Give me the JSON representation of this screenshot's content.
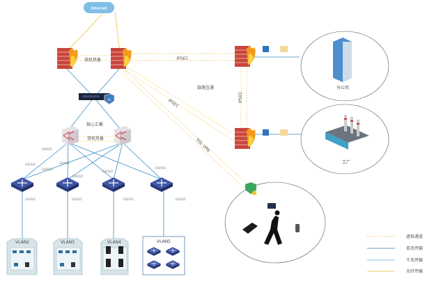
{
  "internet": {
    "label": "Internet"
  },
  "links": {
    "ha_top": "双机热备",
    "ha_core": "双机热备",
    "ipsec_h": "IPSEC",
    "ipsec_v": "IPSEC",
    "ipsec_diag": "IPSEC",
    "ssl_vpn": "SSL VPN",
    "interconnect": "链路互通",
    "core_label": "核心汇聚"
  },
  "ports": [
    "G0/0/1",
    "G0/0/2",
    "G0/0/2",
    "G0/0/3",
    "G0/0/2",
    "G0/0/2",
    "G0/0/2",
    "G0/0/1",
    "G0/0/1",
    "G0/0/1",
    "G0/0/1"
  ],
  "vlans": [
    "VLAN2",
    "VLAN3",
    "VLAN4",
    "VLAN5"
  ],
  "sites": {
    "branch": "分公司",
    "factory": "工厂"
  },
  "legend": [
    {
      "label": "虚拟通道",
      "style": "dotted",
      "color": "#f0c95c"
    },
    {
      "label": "百兆传输",
      "style": "solid",
      "color": "#2f7fb3"
    },
    {
      "label": "千兆传输",
      "style": "solid",
      "color": "#5bb3dc"
    },
    {
      "label": "光纤传输",
      "style": "solid",
      "color": "#f2c13a"
    }
  ]
}
